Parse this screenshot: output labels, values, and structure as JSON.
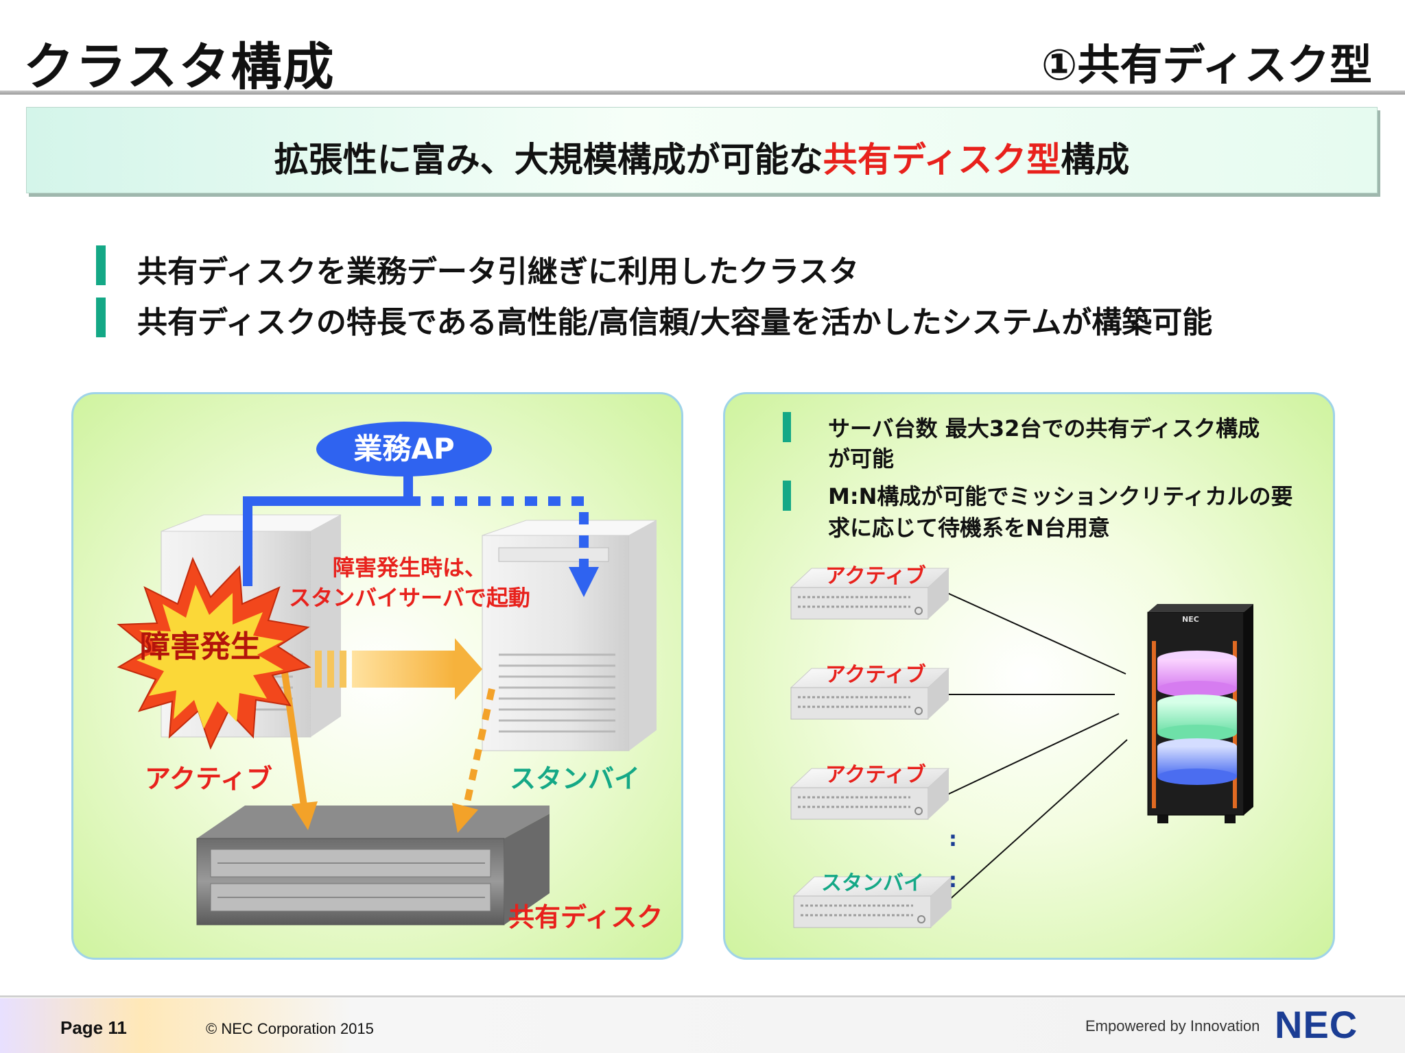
{
  "header": {
    "title": "クラスタ構成",
    "subtitle": "①共有ディスク型"
  },
  "banner": {
    "text_before": "拡張性に富み、大規模構成が可能な",
    "text_highlight": "共有ディスク型",
    "text_after": "構成"
  },
  "bullets": [
    "共有ディスクを業務データ引継ぎに利用したクラスタ",
    "共有ディスクの特長である高性能/高信頼/大容量を活かしたシステムが構築可能"
  ],
  "left_panel": {
    "app_label": "業務AP",
    "failure_label": "障害発生",
    "failover_note_line1": "障害発生時は、",
    "failover_note_line2": "スタンバイサーバで起動",
    "active_label": "アクティブ",
    "standby_label": "スタンバイ",
    "disk_label": "共有ディスク"
  },
  "right_panel": {
    "bullets": [
      {
        "line1": "サーバ台数 最大32台での共有ディスク構成",
        "line2": "が可能"
      },
      {
        "line1": "M:N構成が可能でミッションクリティカルの要",
        "line2": "求に応じて待機系をN台用意"
      }
    ],
    "servers": [
      {
        "label": "アクティブ",
        "kind": "active"
      },
      {
        "label": "アクティブ",
        "kind": "active"
      },
      {
        "label": "アクティブ",
        "kind": "active"
      },
      {
        "label": "スタンバイ",
        "kind": "standby"
      }
    ],
    "ellipsis": ":",
    "storage_brand": "NEC"
  },
  "footer": {
    "page": "Page 11",
    "copyright": "© NEC Corporation 2015",
    "tagline": "Empowered by Innovation",
    "logo": "NEC"
  },
  "colors": {
    "accent_red": "#e8211c",
    "accent_teal": "#14a886",
    "flow_blue": "#2f63f0",
    "flow_orange": "#f3a229",
    "nec_blue": "#1b3d94"
  }
}
